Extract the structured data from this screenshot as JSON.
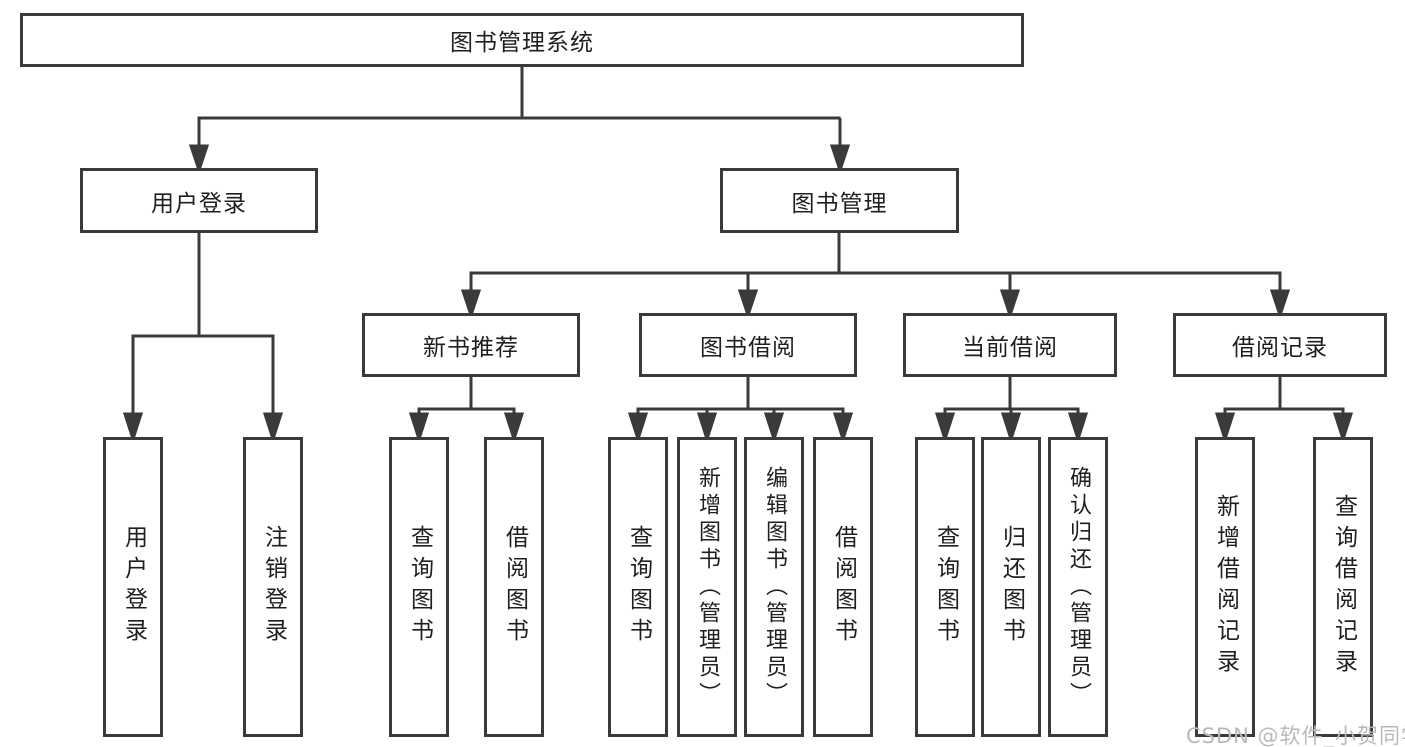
{
  "diagram": {
    "root": "图书管理系统",
    "branches": [
      {
        "label": "用户登录",
        "leaves": [
          "用户登录",
          "注销登录"
        ]
      },
      {
        "label": "图书管理",
        "groups": [
          {
            "label": "新书推荐",
            "leaves": [
              "查询图书",
              "借阅图书"
            ]
          },
          {
            "label": "图书借阅",
            "leaves": [
              "查询图书",
              "新增图书（管理员）",
              "编辑图书（管理员）",
              "借阅图书"
            ]
          },
          {
            "label": "当前借阅",
            "leaves": [
              "查询图书",
              "归还图书",
              "确认归还（管理员）"
            ]
          },
          {
            "label": "借阅记录",
            "leaves": [
              "新增借阅记录",
              "查询借阅记录"
            ]
          }
        ]
      }
    ]
  },
  "watermark": "CSDN @软件_小贺同学",
  "colors": {
    "line": "#3a3a3a",
    "text": "#1f1f1f",
    "watermark": "#b9b9b9",
    "background": "#ffffff"
  }
}
